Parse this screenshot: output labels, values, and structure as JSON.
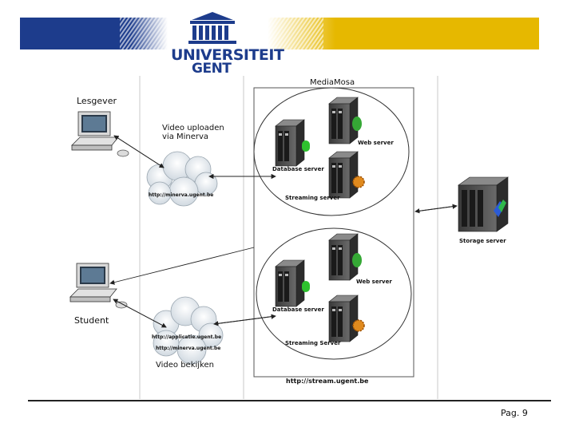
{
  "header": {
    "university_line1": "UNIVERSITEIT",
    "university_line2": "GENT",
    "colors": {
      "blue": "#1d3c8c",
      "gold": "#e6b800"
    }
  },
  "diagram": {
    "system_title": "MediaMosa",
    "teacher_label": "Lesgever",
    "student_label": "Student",
    "upload_note_line1": "Video uploaden",
    "upload_note_line2": "via Minerva",
    "watch_note": "Video bekijken",
    "cluster_top": {
      "web_server": "Web server",
      "database_server": "Database server",
      "streaming_server": "Streaming server"
    },
    "cluster_bottom": {
      "web_server": "Web server",
      "database_server": "Database server",
      "streaming_server": "Streaming Server"
    },
    "storage_server": "Storage server",
    "urls": {
      "minerva_top": "http://minerva.ugent.be",
      "applicatie": "http://applicatie.ugent.be",
      "minerva_bottom": "http://minerva.ugent.be",
      "stream": "http://stream.ugent.be"
    }
  },
  "footer": {
    "page_label": "Pag. 9"
  }
}
